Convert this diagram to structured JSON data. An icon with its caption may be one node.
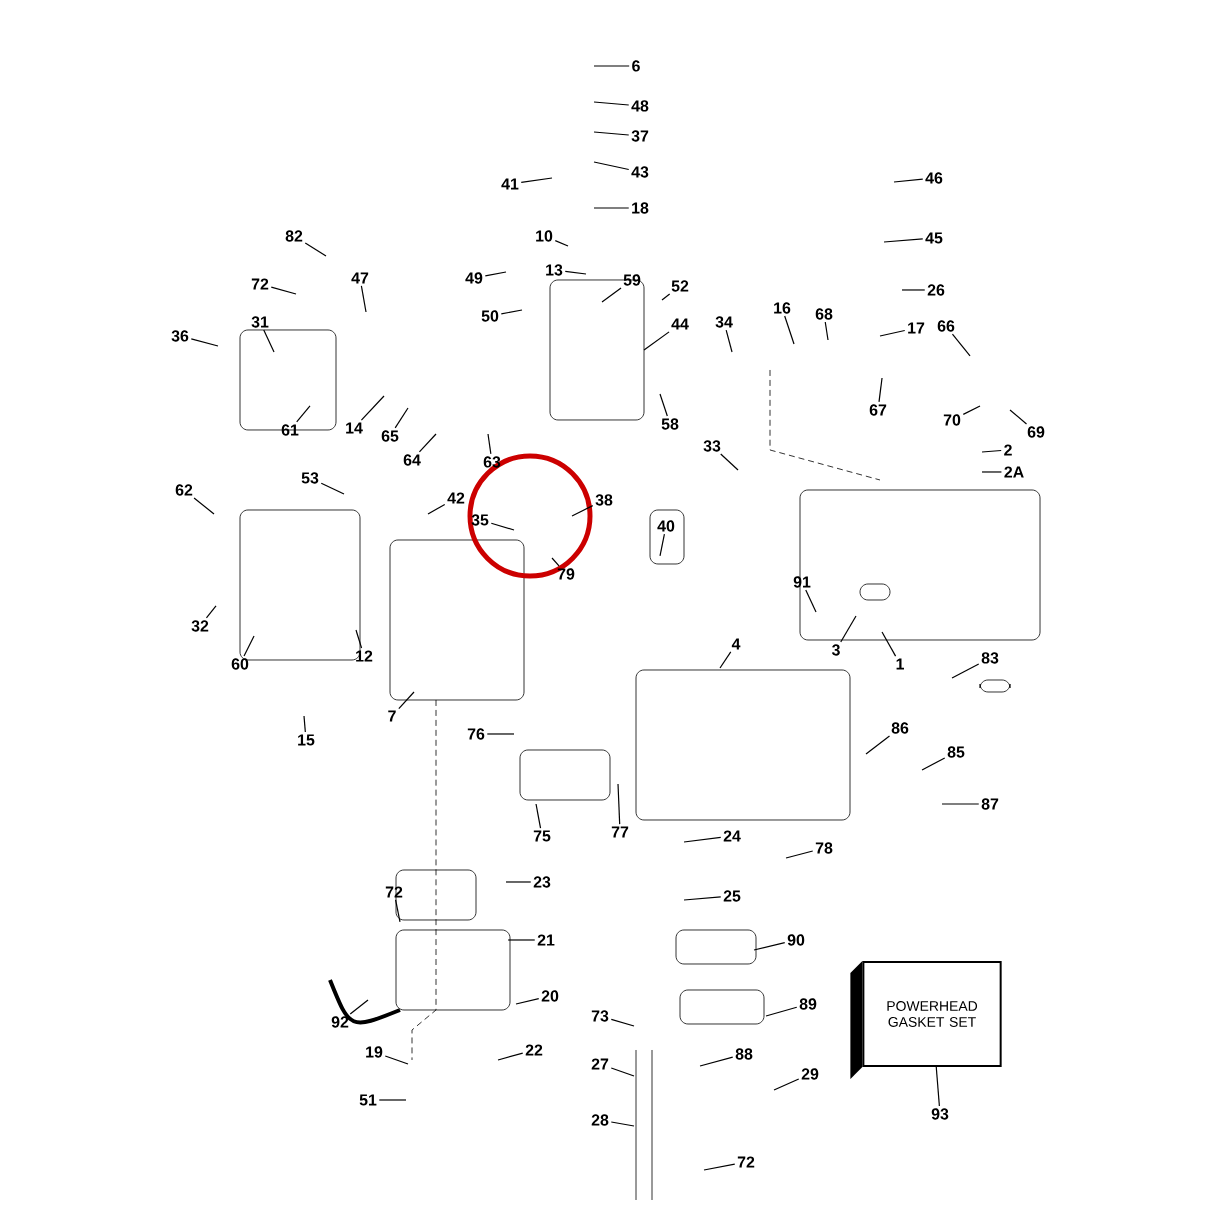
{
  "diagram": {
    "nodes": [
      {
        "text": [
          "6"
        ]
      },
      {
        "text": [
          "48"
        ]
      },
      {
        "text": [
          "37"
        ]
      },
      {
        "text": [
          "43"
        ]
      },
      {
        "text": [
          "41"
        ]
      },
      {
        "text": [
          "18"
        ]
      },
      {
        "text": [
          "10"
        ]
      },
      {
        "text": [
          "46"
        ]
      },
      {
        "text": [
          "82"
        ]
      },
      {
        "text": [
          "13"
        ]
      },
      {
        "text": [
          "47"
        ]
      },
      {
        "text": [
          "72"
        ]
      },
      {
        "text": [
          "49"
        ]
      },
      {
        "text": [
          "59"
        ]
      },
      {
        "text": [
          "52"
        ]
      },
      {
        "text": [
          "45"
        ]
      },
      {
        "text": [
          "26"
        ]
      },
      {
        "text": [
          "16"
        ]
      },
      {
        "text": [
          "68"
        ]
      },
      {
        "text": [
          "17"
        ]
      },
      {
        "text": [
          "66"
        ]
      },
      {
        "text": [
          "50"
        ]
      },
      {
        "text": [
          "44"
        ]
      },
      {
        "text": [
          "34"
        ]
      },
      {
        "text": [
          "36"
        ]
      },
      {
        "text": [
          "31"
        ]
      },
      {
        "text": [
          "67"
        ]
      },
      {
        "text": [
          "70"
        ]
      },
      {
        "text": [
          "69"
        ]
      },
      {
        "text": [
          "58"
        ]
      },
      {
        "text": [
          "61"
        ]
      },
      {
        "text": [
          "14"
        ]
      },
      {
        "text": [
          "65"
        ]
      },
      {
        "text": [
          "33"
        ]
      },
      {
        "text": [
          "2"
        ]
      },
      {
        "text": [
          "2A"
        ]
      },
      {
        "text": [
          "64"
        ]
      },
      {
        "text": [
          "63"
        ]
      },
      {
        "text": [
          "53"
        ]
      },
      {
        "text": [
          "62"
        ]
      },
      {
        "text": [
          "42"
        ]
      },
      {
        "text": [
          "38"
        ]
      },
      {
        "text": [
          "35"
        ]
      },
      {
        "text": [
          "40"
        ]
      },
      {
        "text": [
          "79"
        ]
      },
      {
        "text": [
          "91"
        ]
      },
      {
        "text": [
          "32"
        ]
      },
      {
        "text": [
          "4"
        ]
      },
      {
        "text": [
          "3"
        ]
      },
      {
        "text": [
          "60"
        ]
      },
      {
        "text": [
          "12"
        ]
      },
      {
        "text": [
          "83"
        ]
      },
      {
        "text": [
          "1"
        ]
      },
      {
        "text": [
          "7"
        ]
      },
      {
        "text": [
          "86"
        ]
      },
      {
        "text": [
          "76"
        ]
      },
      {
        "text": [
          "15"
        ]
      },
      {
        "text": [
          "85"
        ]
      },
      {
        "text": [
          "87"
        ]
      },
      {
        "text": [
          "77"
        ]
      },
      {
        "text": [
          "24"
        ]
      },
      {
        "text": [
          "75"
        ]
      },
      {
        "text": [
          "78"
        ]
      },
      {
        "text": [
          "23"
        ]
      },
      {
        "text": [
          "72"
        ]
      },
      {
        "text": [
          "25"
        ]
      },
      {
        "text": [
          "21"
        ]
      },
      {
        "text": [
          "90"
        ]
      },
      {
        "text": [
          "20"
        ]
      },
      {
        "text": [
          "89"
        ]
      },
      {
        "text": [
          "73"
        ]
      },
      {
        "text": [
          "92"
        ]
      },
      {
        "text": [
          "22"
        ]
      },
      {
        "text": [
          "19"
        ]
      },
      {
        "text": [
          "88"
        ]
      },
      {
        "text": [
          "27"
        ]
      },
      {
        "text": [
          "29"
        ]
      },
      {
        "text": [
          "51"
        ]
      },
      {
        "text": [
          "28"
        ]
      },
      {
        "text": [
          "72"
        ]
      },
      {
        "text": [
          "POWERHEAD GASKET SET"
        ]
      },
      {
        "text": [
          "93"
        ]
      }
    ],
    "edges": [
      {
        "from": 0,
        "to": null,
        "arrow": "none"
      },
      {
        "from": 1,
        "to": null,
        "arrow": "none"
      },
      {
        "from": 2,
        "to": null,
        "arrow": "none"
      },
      {
        "from": 3,
        "to": null,
        "arrow": "none"
      },
      {
        "from": 4,
        "to": null,
        "arrow": "none"
      },
      {
        "from": 5,
        "to": null,
        "arrow": "none"
      },
      {
        "from": 6,
        "to": null,
        "arrow": "none"
      },
      {
        "from": 7,
        "to": null,
        "arrow": "none"
      },
      {
        "from": 8,
        "to": null,
        "arrow": "none"
      },
      {
        "from": 9,
        "to": null,
        "arrow": "none"
      },
      {
        "from": 10,
        "to": null,
        "arrow": "none"
      },
      {
        "from": 11,
        "to": null,
        "arrow": "none"
      },
      {
        "from": 12,
        "to": null,
        "arrow": "none"
      },
      {
        "from": 13,
        "to": null,
        "arrow": "none"
      },
      {
        "from": 14,
        "to": null,
        "arrow": "none"
      },
      {
        "from": 15,
        "to": null,
        "arrow": "none"
      },
      {
        "from": 16,
        "to": null,
        "arrow": "none"
      },
      {
        "from": 17,
        "to": null,
        "arrow": "none"
      },
      {
        "from": 18,
        "to": null,
        "arrow": "none"
      },
      {
        "from": 19,
        "to": null,
        "arrow": "none"
      },
      {
        "from": 20,
        "to": null,
        "arrow": "none"
      },
      {
        "from": 21,
        "to": null,
        "arrow": "none"
      },
      {
        "from": 22,
        "to": null,
        "arrow": "none"
      },
      {
        "from": 23,
        "to": null,
        "arrow": "none"
      },
      {
        "from": 24,
        "to": null,
        "arrow": "none"
      },
      {
        "from": 25,
        "to": null,
        "arrow": "none"
      },
      {
        "from": 26,
        "to": null,
        "arrow": "none"
      },
      {
        "from": 27,
        "to": null,
        "arrow": "none"
      },
      {
        "from": 28,
        "to": null,
        "arrow": "none"
      },
      {
        "from": 29,
        "to": null,
        "arrow": "none"
      },
      {
        "from": 30,
        "to": null,
        "arrow": "none"
      },
      {
        "from": 31,
        "to": null,
        "arrow": "none"
      },
      {
        "from": 32,
        "to": null,
        "arrow": "none"
      },
      {
        "from": 33,
        "to": null,
        "arrow": "none"
      },
      {
        "from": 34,
        "to": null,
        "arrow": "none"
      },
      {
        "from": 35,
        "to": null,
        "arrow": "none"
      },
      {
        "from": 36,
        "to": null,
        "arrow": "none"
      },
      {
        "from": 37,
        "to": null,
        "arrow": "none"
      },
      {
        "from": 38,
        "to": null,
        "arrow": "none"
      },
      {
        "from": 39,
        "to": null,
        "arrow": "none"
      },
      {
        "from": 40,
        "to": null,
        "arrow": "none"
      },
      {
        "from": 41,
        "to": null,
        "arrow": "none"
      },
      {
        "from": 42,
        "to": null,
        "arrow": "none"
      },
      {
        "from": 43,
        "to": null,
        "arrow": "none"
      },
      {
        "from": 44,
        "to": null,
        "arrow": "none"
      },
      {
        "from": 45,
        "to": null,
        "arrow": "none"
      },
      {
        "from": 46,
        "to": null,
        "arrow": "none"
      },
      {
        "from": 47,
        "to": null,
        "arrow": "none"
      },
      {
        "from": 48,
        "to": null,
        "arrow": "none"
      },
      {
        "from": 49,
        "to": null,
        "arrow": "none"
      },
      {
        "from": 50,
        "to": null,
        "arrow": "none"
      },
      {
        "from": 51,
        "to": null,
        "arrow": "none"
      },
      {
        "from": 52,
        "to": null,
        "arrow": "none"
      },
      {
        "from": 53,
        "to": null,
        "arrow": "none"
      },
      {
        "from": 54,
        "to": null,
        "arrow": "none"
      },
      {
        "from": 55,
        "to": null,
        "arrow": "none"
      },
      {
        "from": 56,
        "to": null,
        "arrow": "none"
      },
      {
        "from": 57,
        "to": null,
        "arrow": "none"
      },
      {
        "from": 58,
        "to": null,
        "arrow": "none"
      },
      {
        "from": 59,
        "to": null,
        "arrow": "none"
      },
      {
        "from": 60,
        "to": null,
        "arrow": "none"
      },
      {
        "from": 61,
        "to": null,
        "arrow": "none"
      },
      {
        "from": 62,
        "to": null,
        "arrow": "none"
      },
      {
        "from": 63,
        "to": null,
        "arrow": "none"
      },
      {
        "from": 64,
        "to": null,
        "arrow": "none"
      },
      {
        "from": 65,
        "to": null,
        "arrow": "none"
      },
      {
        "from": 66,
        "to": null,
        "arrow": "none"
      },
      {
        "from": 67,
        "to": null,
        "arrow": "none"
      },
      {
        "from": 68,
        "to": null,
        "arrow": "none"
      },
      {
        "from": 69,
        "to": null,
        "arrow": "none"
      },
      {
        "from": 70,
        "to": null,
        "arrow": "none"
      },
      {
        "from": 71,
        "to": null,
        "arrow": "none"
      },
      {
        "from": 72,
        "to": null,
        "arrow": "none"
      },
      {
        "from": 73,
        "to": null,
        "arrow": "none"
      },
      {
        "from": 74,
        "to": null,
        "arrow": "none"
      },
      {
        "from": 75,
        "to": null,
        "arrow": "none"
      },
      {
        "from": 76,
        "to": null,
        "arrow": "none"
      },
      {
        "from": 77,
        "to": null,
        "arrow": "none"
      },
      {
        "from": 78,
        "to": null,
        "arrow": "none"
      },
      {
        "from": 79,
        "to": null,
        "arrow": "none"
      },
      {
        "from": 81,
        "to": 80,
        "arrow": "none"
      }
    ]
  }
}
